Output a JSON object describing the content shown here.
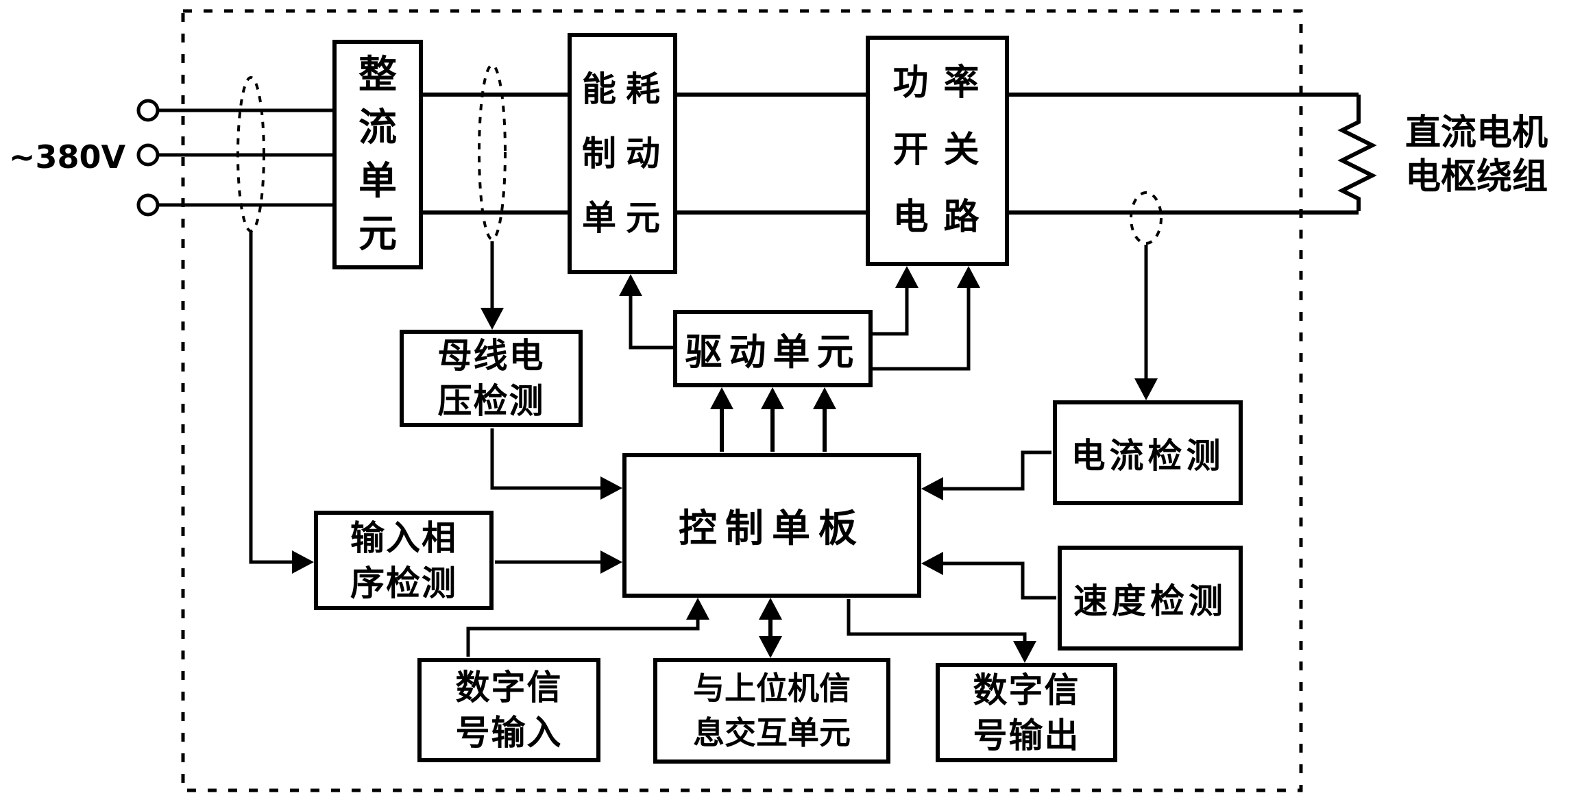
{
  "diagram": {
    "labels": {
      "supply": "~380V",
      "motor": "直流电机电枢绕组"
    },
    "blocks": {
      "rectifier": "整流单元",
      "braking": "能耗制动单元",
      "power_switch": "功率开关电路",
      "drive": "驱动单元",
      "bus_voltage": "母线电压检测",
      "phase_sequence": "输入相序检测",
      "control": "控制单板",
      "current_detect": "电流检测",
      "speed_detect": "速度检测",
      "digital_input": "数字信号输入",
      "host_interact": "与上位机信息交互单元",
      "digital_output": "数字信号输出"
    },
    "colors": {
      "ink": "#000000",
      "paper": "#ffffff"
    }
  }
}
